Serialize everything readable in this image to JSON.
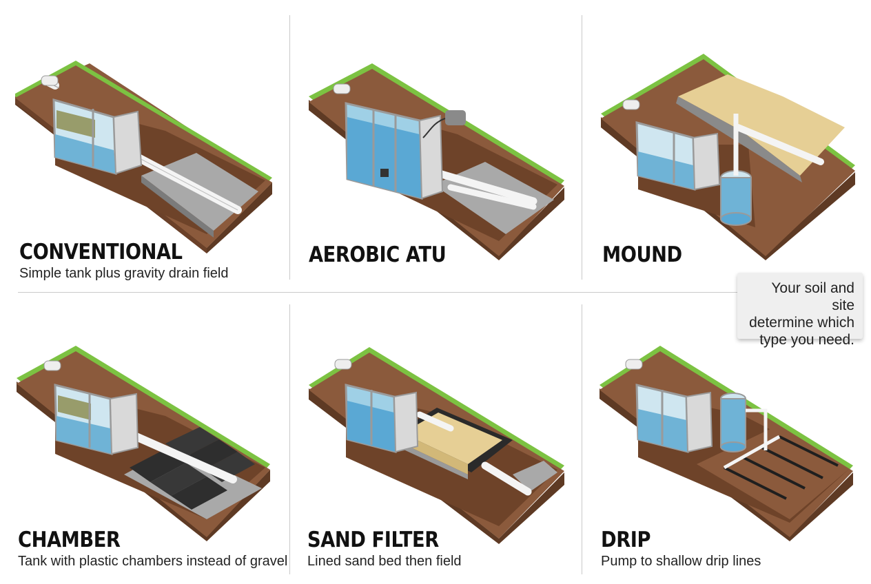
{
  "systems": [
    {
      "title": "CONVENTIONAL",
      "subtitle": "Simple tank plus gravity drain field"
    },
    {
      "title": "AEROBIC ATU",
      "subtitle": ""
    },
    {
      "title": "MOUND",
      "subtitle": ""
    },
    {
      "title": "CHAMBER",
      "subtitle": "Tank with plastic chambers instead of gravel"
    },
    {
      "title": "SAND FILTER",
      "subtitle": "Lined sand bed then field"
    },
    {
      "title": "DRIP",
      "subtitle": "Pump to shallow drip lines"
    }
  ],
  "callout": {
    "line1": "Your soil and site",
    "line2": "determine which",
    "line3": "type you need."
  },
  "colors": {
    "grass": "#7cc242",
    "soil": "#8b5a3c",
    "soil_dark": "#5e3a24",
    "concrete": "#d9d9d9",
    "water": "#6fb3d6",
    "gravel": "#9a9a9a",
    "sand": "#e6cf95",
    "pipe": "#f2f2f2",
    "chamber": "#2e2e2e"
  }
}
